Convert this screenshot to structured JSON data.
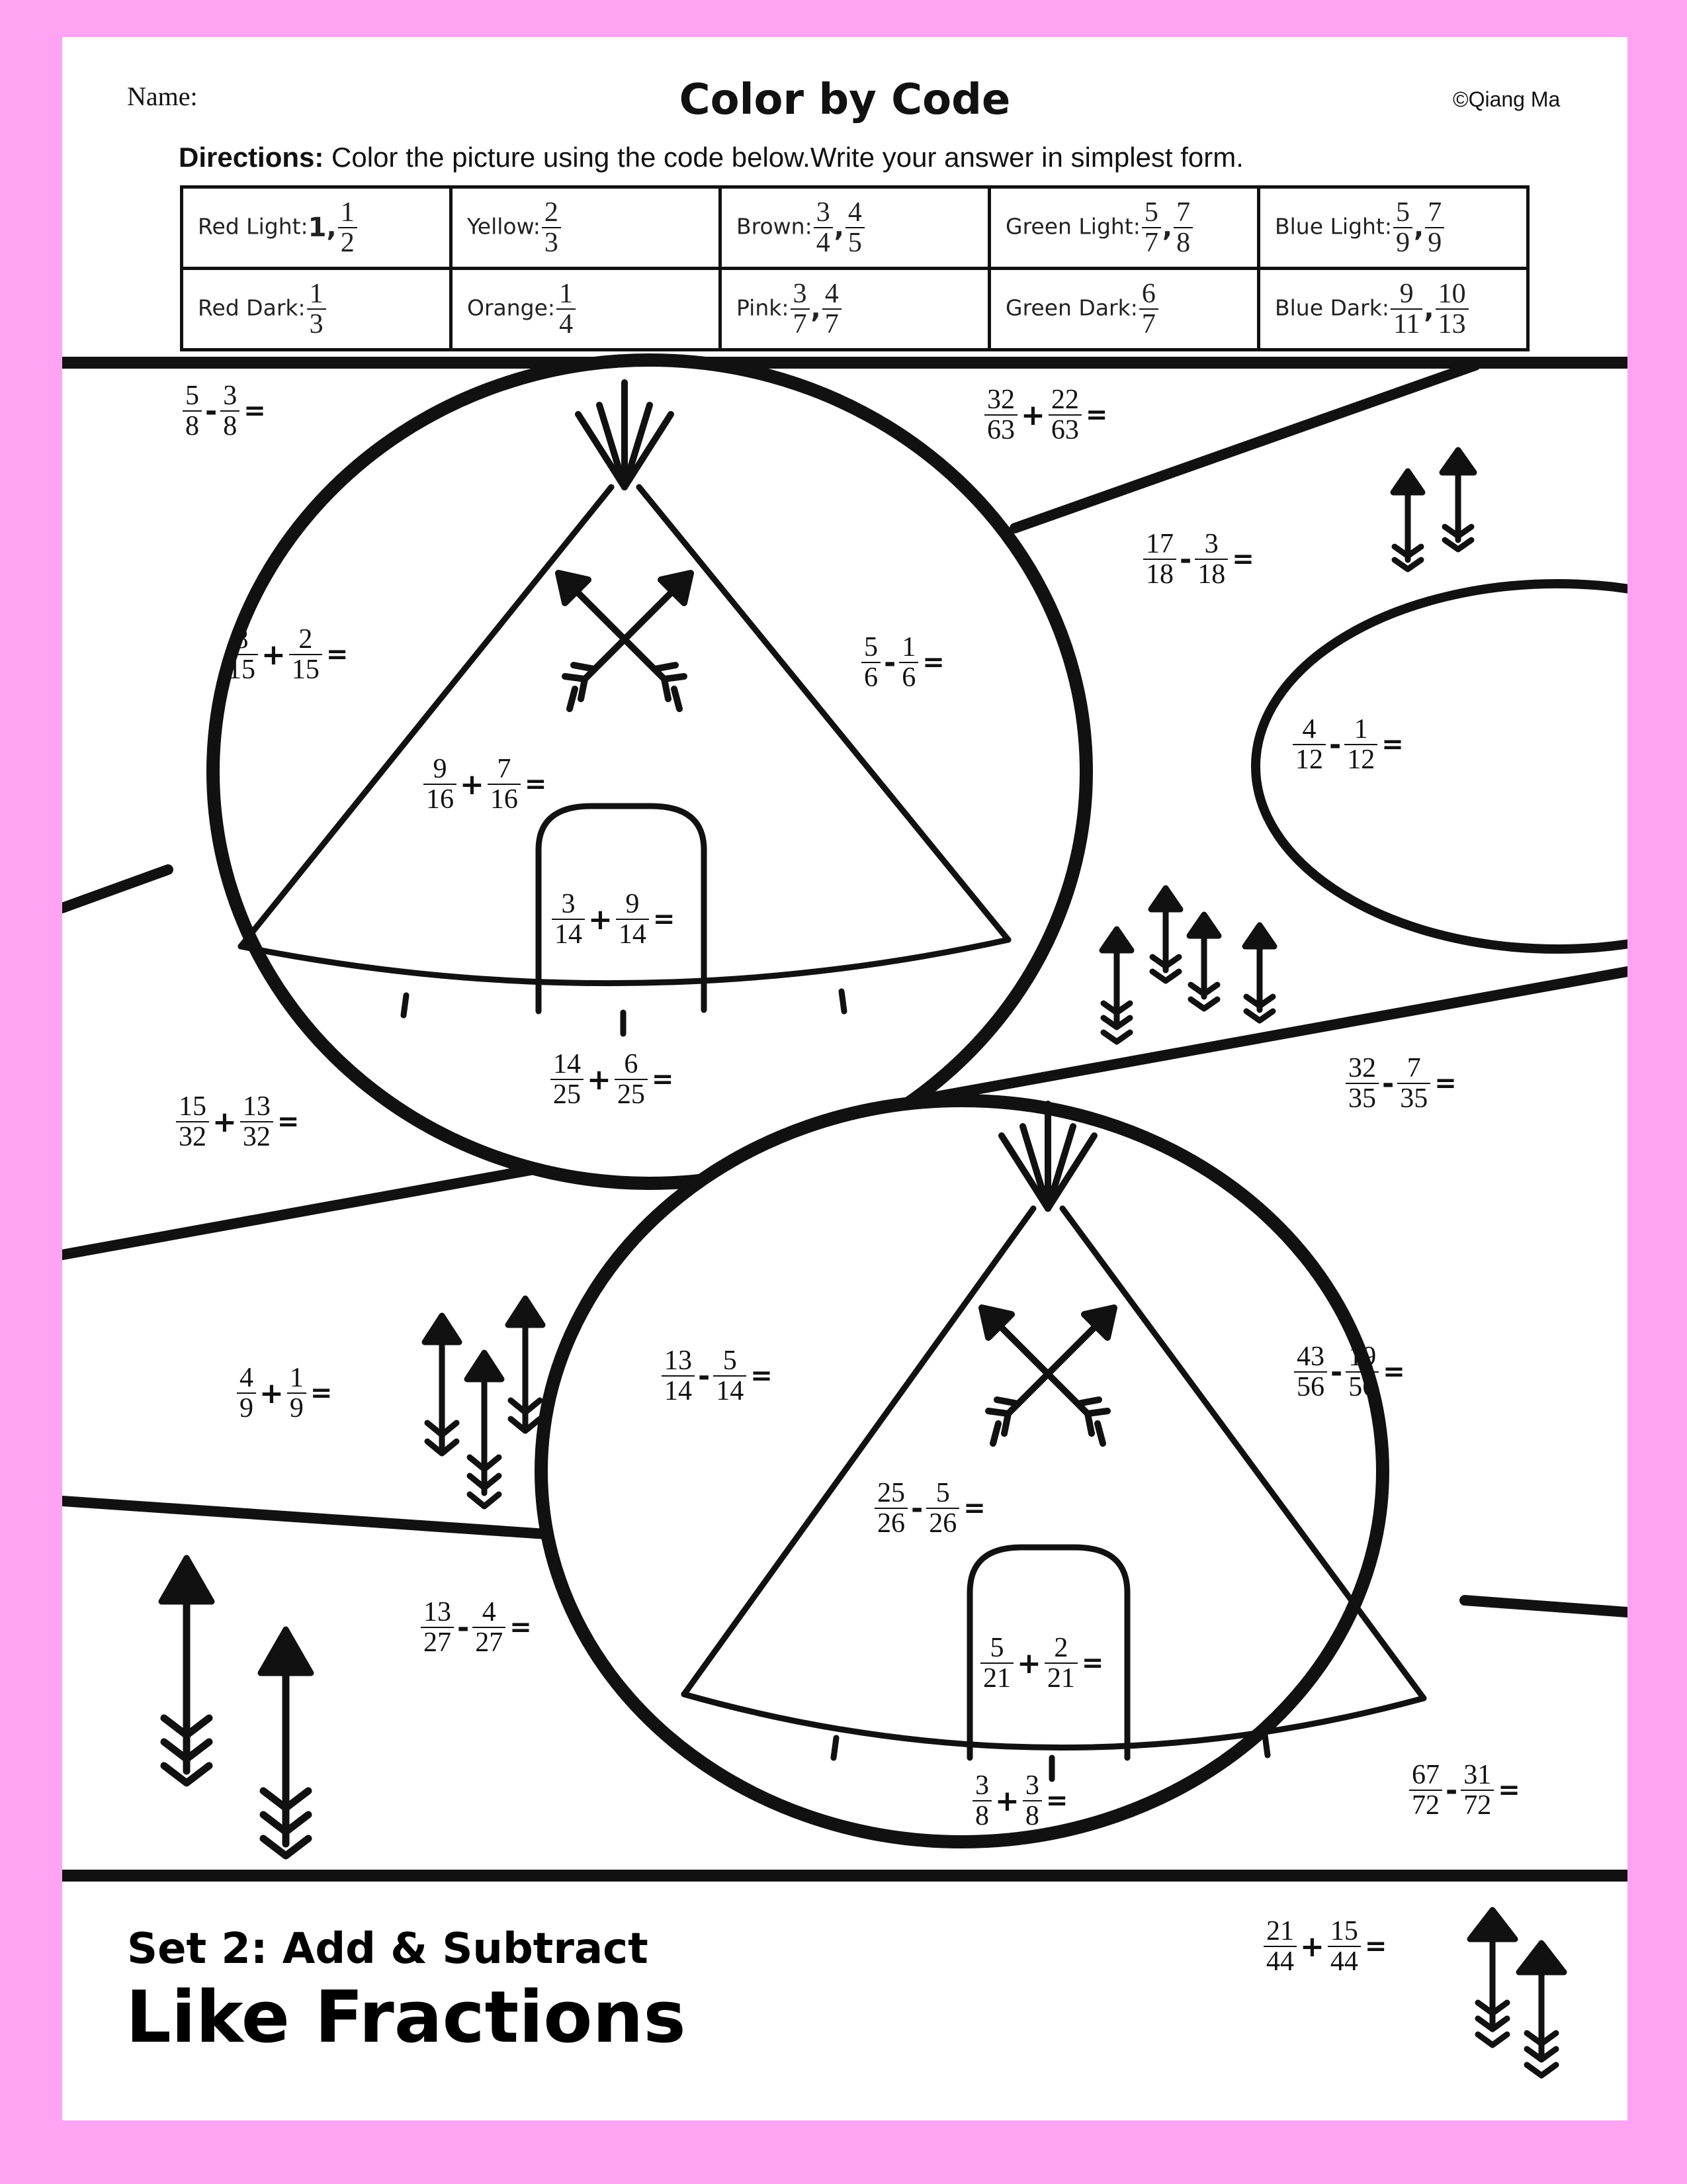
{
  "header": {
    "name_label": "Name:",
    "title": "Color by Code",
    "copyright": "©Qiang Ma",
    "directions_bold": "Directions:",
    "directions_text": " Color the picture using the code below.Write your answer in simplest form."
  },
  "code_key": [
    {
      "label": "Red Light:",
      "whole": "1,",
      "fractions": [
        [
          "1",
          "2"
        ]
      ]
    },
    {
      "label": "Yellow:",
      "fractions": [
        [
          "2",
          "3"
        ]
      ]
    },
    {
      "label": "Brown:",
      "fractions": [
        [
          "3",
          "4"
        ],
        [
          "4",
          "5"
        ]
      ]
    },
    {
      "label": "Green Light:",
      "fractions": [
        [
          "5",
          "7"
        ],
        [
          "7",
          "8"
        ]
      ]
    },
    {
      "label": "Blue Light:",
      "fractions": [
        [
          "5",
          "9"
        ],
        [
          "7",
          "9"
        ]
      ]
    },
    {
      "label": "Red Dark:",
      "fractions": [
        [
          "1",
          "3"
        ]
      ]
    },
    {
      "label": "Orange:",
      "fractions": [
        [
          "1",
          "4"
        ]
      ]
    },
    {
      "label": "Pink:",
      "fractions": [
        [
          "3",
          "7"
        ],
        [
          "4",
          "7"
        ]
      ]
    },
    {
      "label": "Green Dark:",
      "fractions": [
        [
          "6",
          "7"
        ]
      ]
    },
    {
      "label": "Blue Dark:",
      "fractions": [
        [
          "9",
          "11"
        ],
        [
          "10",
          "13"
        ]
      ]
    }
  ],
  "problems": [
    {
      "a": [
        "5",
        "8"
      ],
      "op": "-",
      "b": [
        "3",
        "8"
      ]
    },
    {
      "a": [
        "32",
        "63"
      ],
      "op": "+",
      "b": [
        "22",
        "63"
      ]
    },
    {
      "a": [
        "17",
        "18"
      ],
      "op": "-",
      "b": [
        "3",
        "18"
      ]
    },
    {
      "a": [
        "8",
        "15"
      ],
      "op": "+",
      "b": [
        "2",
        "15"
      ]
    },
    {
      "a": [
        "5",
        "6"
      ],
      "op": "-",
      "b": [
        "1",
        "6"
      ]
    },
    {
      "a": [
        "4",
        "12"
      ],
      "op": "-",
      "b": [
        "1",
        "12"
      ]
    },
    {
      "a": [
        "9",
        "16"
      ],
      "op": "+",
      "b": [
        "7",
        "16"
      ]
    },
    {
      "a": [
        "3",
        "14"
      ],
      "op": "+",
      "b": [
        "9",
        "14"
      ]
    },
    {
      "a": [
        "14",
        "25"
      ],
      "op": "+",
      "b": [
        "6",
        "25"
      ]
    },
    {
      "a": [
        "15",
        "32"
      ],
      "op": "+",
      "b": [
        "13",
        "32"
      ]
    },
    {
      "a": [
        "32",
        "35"
      ],
      "op": "-",
      "b": [
        "7",
        "35"
      ]
    },
    {
      "a": [
        "4",
        "9"
      ],
      "op": "+",
      "b": [
        "1",
        "9"
      ]
    },
    {
      "a": [
        "13",
        "14"
      ],
      "op": "-",
      "b": [
        "5",
        "14"
      ]
    },
    {
      "a": [
        "43",
        "56"
      ],
      "op": "-",
      "b": [
        "19",
        "56"
      ]
    },
    {
      "a": [
        "25",
        "26"
      ],
      "op": "-",
      "b": [
        "5",
        "26"
      ]
    },
    {
      "a": [
        "13",
        "27"
      ],
      "op": "-",
      "b": [
        "4",
        "27"
      ]
    },
    {
      "a": [
        "5",
        "21"
      ],
      "op": "+",
      "b": [
        "2",
        "21"
      ]
    },
    {
      "a": [
        "3",
        "8"
      ],
      "op": "+",
      "b": [
        "3",
        "8"
      ]
    },
    {
      "a": [
        "67",
        "72"
      ],
      "op": "-",
      "b": [
        "31",
        "72"
      ]
    },
    {
      "a": [
        "21",
        "44"
      ],
      "op": "+",
      "b": [
        "15",
        "44"
      ]
    }
  ],
  "equals_sign": "=",
  "footer": {
    "set_line": "Set 2: Add & Subtract",
    "topic_line": "Like Fractions"
  }
}
